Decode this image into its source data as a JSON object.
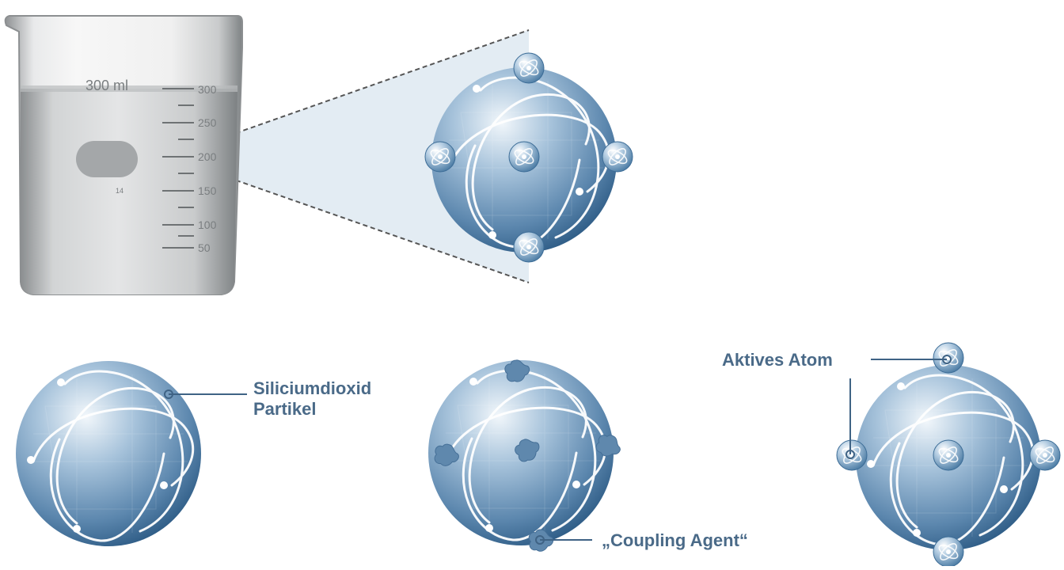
{
  "beaker": {
    "volume_label": "300 ml",
    "scale_marks": [
      "300",
      "250",
      "200",
      "150",
      "100",
      "50"
    ],
    "small_mark": "14"
  },
  "labels": {
    "silica_line1": "Siliciumdioxid",
    "silica_line2": "Partikel",
    "coupling_agent": "„Coupling Agent“",
    "active_atom": "Aktives Atom"
  },
  "colors": {
    "sphere_light": "#dbe8f3",
    "sphere_mid": "#7ea4c6",
    "sphere_dark": "#2e5e88",
    "label_text": "#4a6a88",
    "leader_line": "#3f6385",
    "zoom_cone": "#dce7f0",
    "agent_blob": "#5f88ad"
  }
}
